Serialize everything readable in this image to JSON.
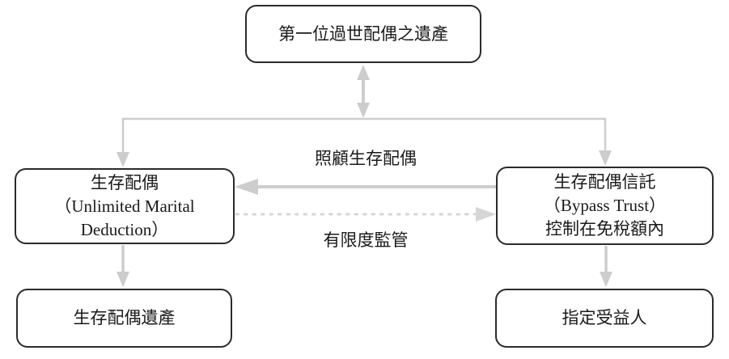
{
  "diagram": {
    "title": "Bypass trust estate flow diagram",
    "nodes": {
      "top": {
        "lines": [
          "第一位過世配偶之遺產"
        ]
      },
      "left": {
        "lines": [
          "生存配偶",
          "（Unlimited Marital",
          "Deduction）"
        ]
      },
      "right": {
        "lines": [
          "生存配偶信託",
          "（Bypass Trust）",
          "控制在免稅額內"
        ]
      },
      "bottom_left": {
        "lines": [
          "生存配偶遺產"
        ]
      },
      "bottom_right": {
        "lines": [
          "指定受益人"
        ]
      }
    },
    "edge_labels": {
      "care": "照顧生存配偶",
      "supervision": "有限度監管"
    },
    "colors": {
      "arrow": "#cdcdcd",
      "dotted_arrow": "#d6d6d6",
      "border": "#2b2b2b",
      "text": "#1a1a1a",
      "background": "#ffffff"
    }
  }
}
